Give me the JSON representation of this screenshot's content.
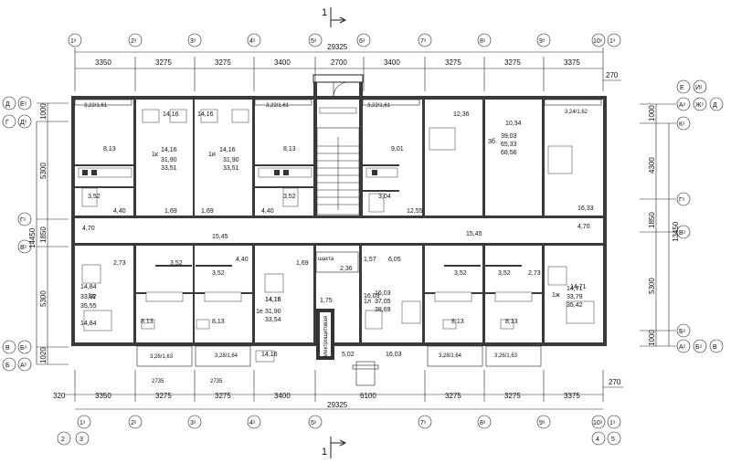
{
  "section_mark": "1",
  "top": {
    "axes": [
      "1ᶟ",
      "2ᶟ",
      "3ᶟ",
      "4ᶟ",
      "5ᶟ",
      "6ᶟ",
      "7ᶟ",
      "8ᶟ",
      "9ᶟ",
      "10ᶟ"
    ],
    "extra_axis": "1ᶟ",
    "overall": "29325",
    "dims": [
      "3350",
      "3275",
      "3275",
      "3400",
      "2700",
      "3400",
      "3275",
      "3275",
      "3375"
    ],
    "right_dim": "270"
  },
  "bottom": {
    "axes": [
      "1ᶟ",
      "2ᶟ",
      "3ᶟ",
      "4ᶟ",
      "5ᶟ",
      "7ᶟ",
      "8ᶟ",
      "9ᶟ",
      "10ᶟ"
    ],
    "extra_axis": "1ᶟ",
    "sub_axes_left": [
      "2",
      "3"
    ],
    "sub_axes_right": [
      "4",
      "5"
    ],
    "overall": "29325",
    "left_dim": "320",
    "right_dim": "270",
    "dims": [
      "3350",
      "3275",
      "3275",
      "3400",
      "6100",
      "3275",
      "3275",
      "3375"
    ]
  },
  "left_axes": {
    "row_a": [
      "Д",
      "Еᶟ"
    ],
    "row_b": [
      "Г",
      "Дᶟ"
    ],
    "g": "Гᶟ",
    "v": "Вᶟ",
    "row_c": [
      "В",
      "Бᶟ"
    ],
    "row_d": [
      "Б",
      "Aᶟ"
    ],
    "dims": [
      "1000",
      "5300",
      "1850",
      "5300",
      "1020"
    ],
    "total": "14450"
  },
  "right_axes": {
    "row_a": [
      "Е",
      "Иᶟ"
    ],
    "row_b": [
      "Aᶟ",
      "Жᶟ",
      "Д"
    ],
    "k": "Кᶟ",
    "g": "Гᶟ",
    "v": "Вᶟ",
    "b": "Бᶟ",
    "row_c": [
      "Aᶟ",
      "Бᶟ",
      "В"
    ],
    "dims": [
      "1000",
      "4300",
      "1850",
      "5300",
      "1000"
    ],
    "total": "13450"
  },
  "rooms": {
    "upper": [
      "3,22/1,61",
      "14,16",
      "14,16",
      "3,22/1,61",
      "3,22/1,61",
      "12,36",
      "10,34",
      "3,24/1,62",
      "8,13",
      "8,13",
      "9,01",
      "3,52",
      "4,40",
      "3,52",
      "4,40",
      "3,04",
      "12,55",
      "1,69",
      "1,69",
      "16,33",
      "4,70"
    ],
    "apt_1k": [
      "1к",
      "14,16",
      "31,90",
      "33,51"
    ],
    "apt_1i": [
      "1и",
      "14,16",
      "31,90",
      "33,51"
    ],
    "apt_3b": [
      "3б",
      "39,03",
      "65,33",
      "68,56"
    ],
    "corridor": [
      "15,45",
      "15,45",
      "4,70"
    ],
    "lower": [
      "2,73",
      "3,52",
      "3,52",
      "4,40",
      "1,69",
      "1,57",
      "6,05",
      "3,52",
      "3,52",
      "2,73",
      "14,84",
      "8,13",
      "8,13",
      "14,16",
      "1,75",
      "16,03",
      "8,13",
      "8,13",
      "14,71",
      "3,26/1,63",
      "3,28/1,64",
      "14,16",
      "5,02",
      "16,03",
      "3,28/1,64",
      "3,26/1,63",
      "2735",
      "2735"
    ],
    "apt_1d": [
      "1д",
      "33,92",
      "35,55",
      "14,84"
    ],
    "apt_1e": [
      "1е",
      "14,16",
      "31,90",
      "33,54"
    ],
    "apt_1l": [
      "1л",
      "16,03",
      "37,05",
      "38,69"
    ],
    "apt_1zh": [
      "1ж",
      "14,71",
      "33,79",
      "35,42"
    ],
    "shaft": [
      "шахта",
      "2,36"
    ],
    "elevator": "электрощитовая"
  }
}
